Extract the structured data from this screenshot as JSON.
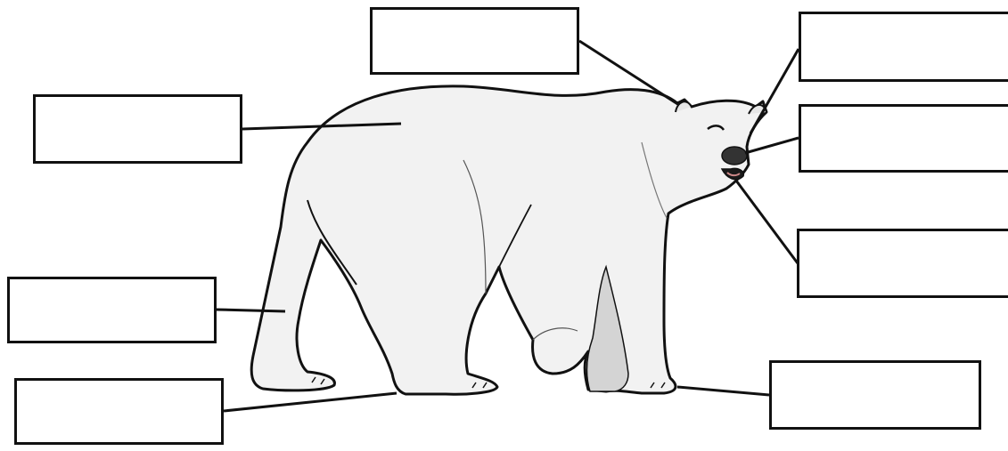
{
  "diagram": {
    "subject_icon": "polar-bear",
    "label_boxes": [
      {
        "id": "ear",
        "text": ""
      },
      {
        "id": "back",
        "text": ""
      },
      {
        "id": "eye",
        "text": ""
      },
      {
        "id": "nose",
        "text": ""
      },
      {
        "id": "mouth",
        "text": ""
      },
      {
        "id": "leg",
        "text": ""
      },
      {
        "id": "hind_paw",
        "text": ""
      },
      {
        "id": "front_paw",
        "text": ""
      }
    ],
    "colors": {
      "outline": "#111111",
      "fur": "#f2f2f2",
      "fur_shade": "#d4d4d4",
      "nose": "#333333",
      "mouth": "#1a1a1a"
    }
  }
}
